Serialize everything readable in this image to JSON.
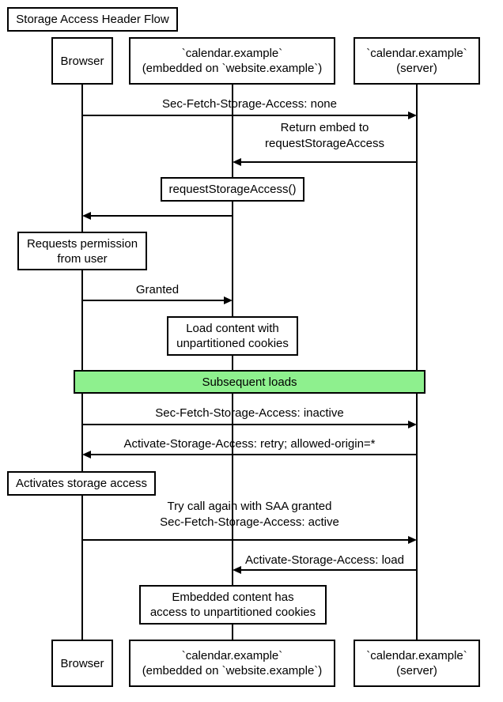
{
  "title": "Storage Access Header Flow",
  "participants": {
    "browser": "Browser",
    "embed": "`calendar.example`\n(embedded on `website.example`)",
    "server": "`calendar.example`\n(server)"
  },
  "messages": {
    "m1": "Sec-Fetch-Storage-Access: none",
    "m2": "Return embed to\nrequestStorageAccess",
    "m3": "Granted",
    "m4": "Sec-Fetch-Storage-Access: inactive",
    "m5": "Activate-Storage-Access: retry; allowed-origin=*",
    "m6": "Try call again with SAA granted\nSec-Fetch-Storage-Access: active",
    "m7": "Activate-Storage-Access: load"
  },
  "notes": {
    "request_call": "requestStorageAccess()",
    "requests_permission": "Requests permission\nfrom user",
    "load_content": "Load content with\nunpartitioned cookies",
    "activates": "Activates storage access",
    "embedded_access": "Embedded content has\naccess to unpartitioned cookies"
  },
  "divider": "Subsequent loads",
  "colors": {
    "divider_fill": "#8ef08e",
    "line": "#000000"
  }
}
